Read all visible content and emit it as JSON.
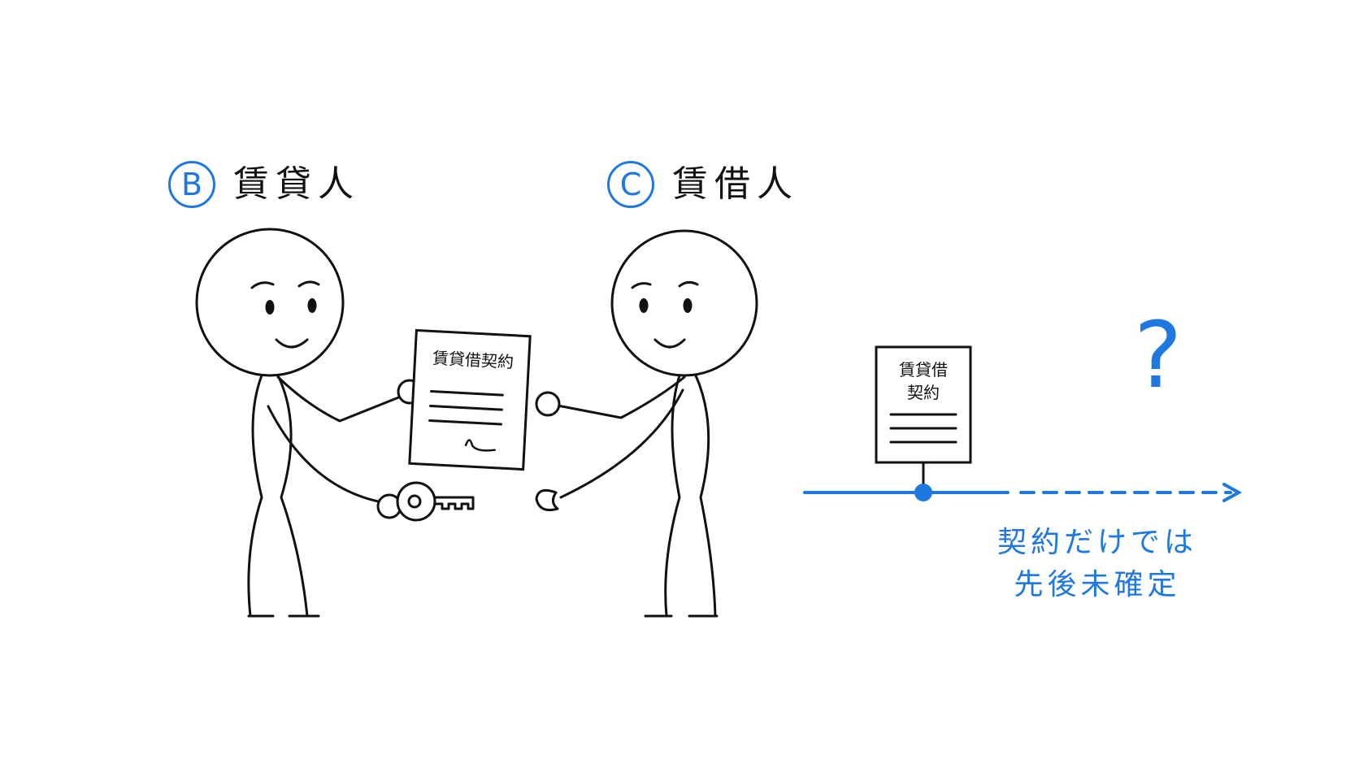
{
  "lessor": {
    "letter": "B",
    "label": "賃貸人"
  },
  "lessee": {
    "letter": "C",
    "label": "賃借人"
  },
  "handheld_document": {
    "title": "賃貸借契約"
  },
  "timeline_document": {
    "title_line1": "賃貸借",
    "title_line2": "契約"
  },
  "caption": {
    "line1": "契約だけでは",
    "line2": "先後未確定"
  },
  "question_mark": "?",
  "colors": {
    "accent": "#1e78e0",
    "ink": "#111111",
    "background": "#ffffff"
  },
  "icons": [
    "stick-figure-lessor",
    "stick-figure-lessee",
    "contract-document-icon",
    "key-icon",
    "timeline-arrow-icon",
    "question-mark-icon"
  ]
}
